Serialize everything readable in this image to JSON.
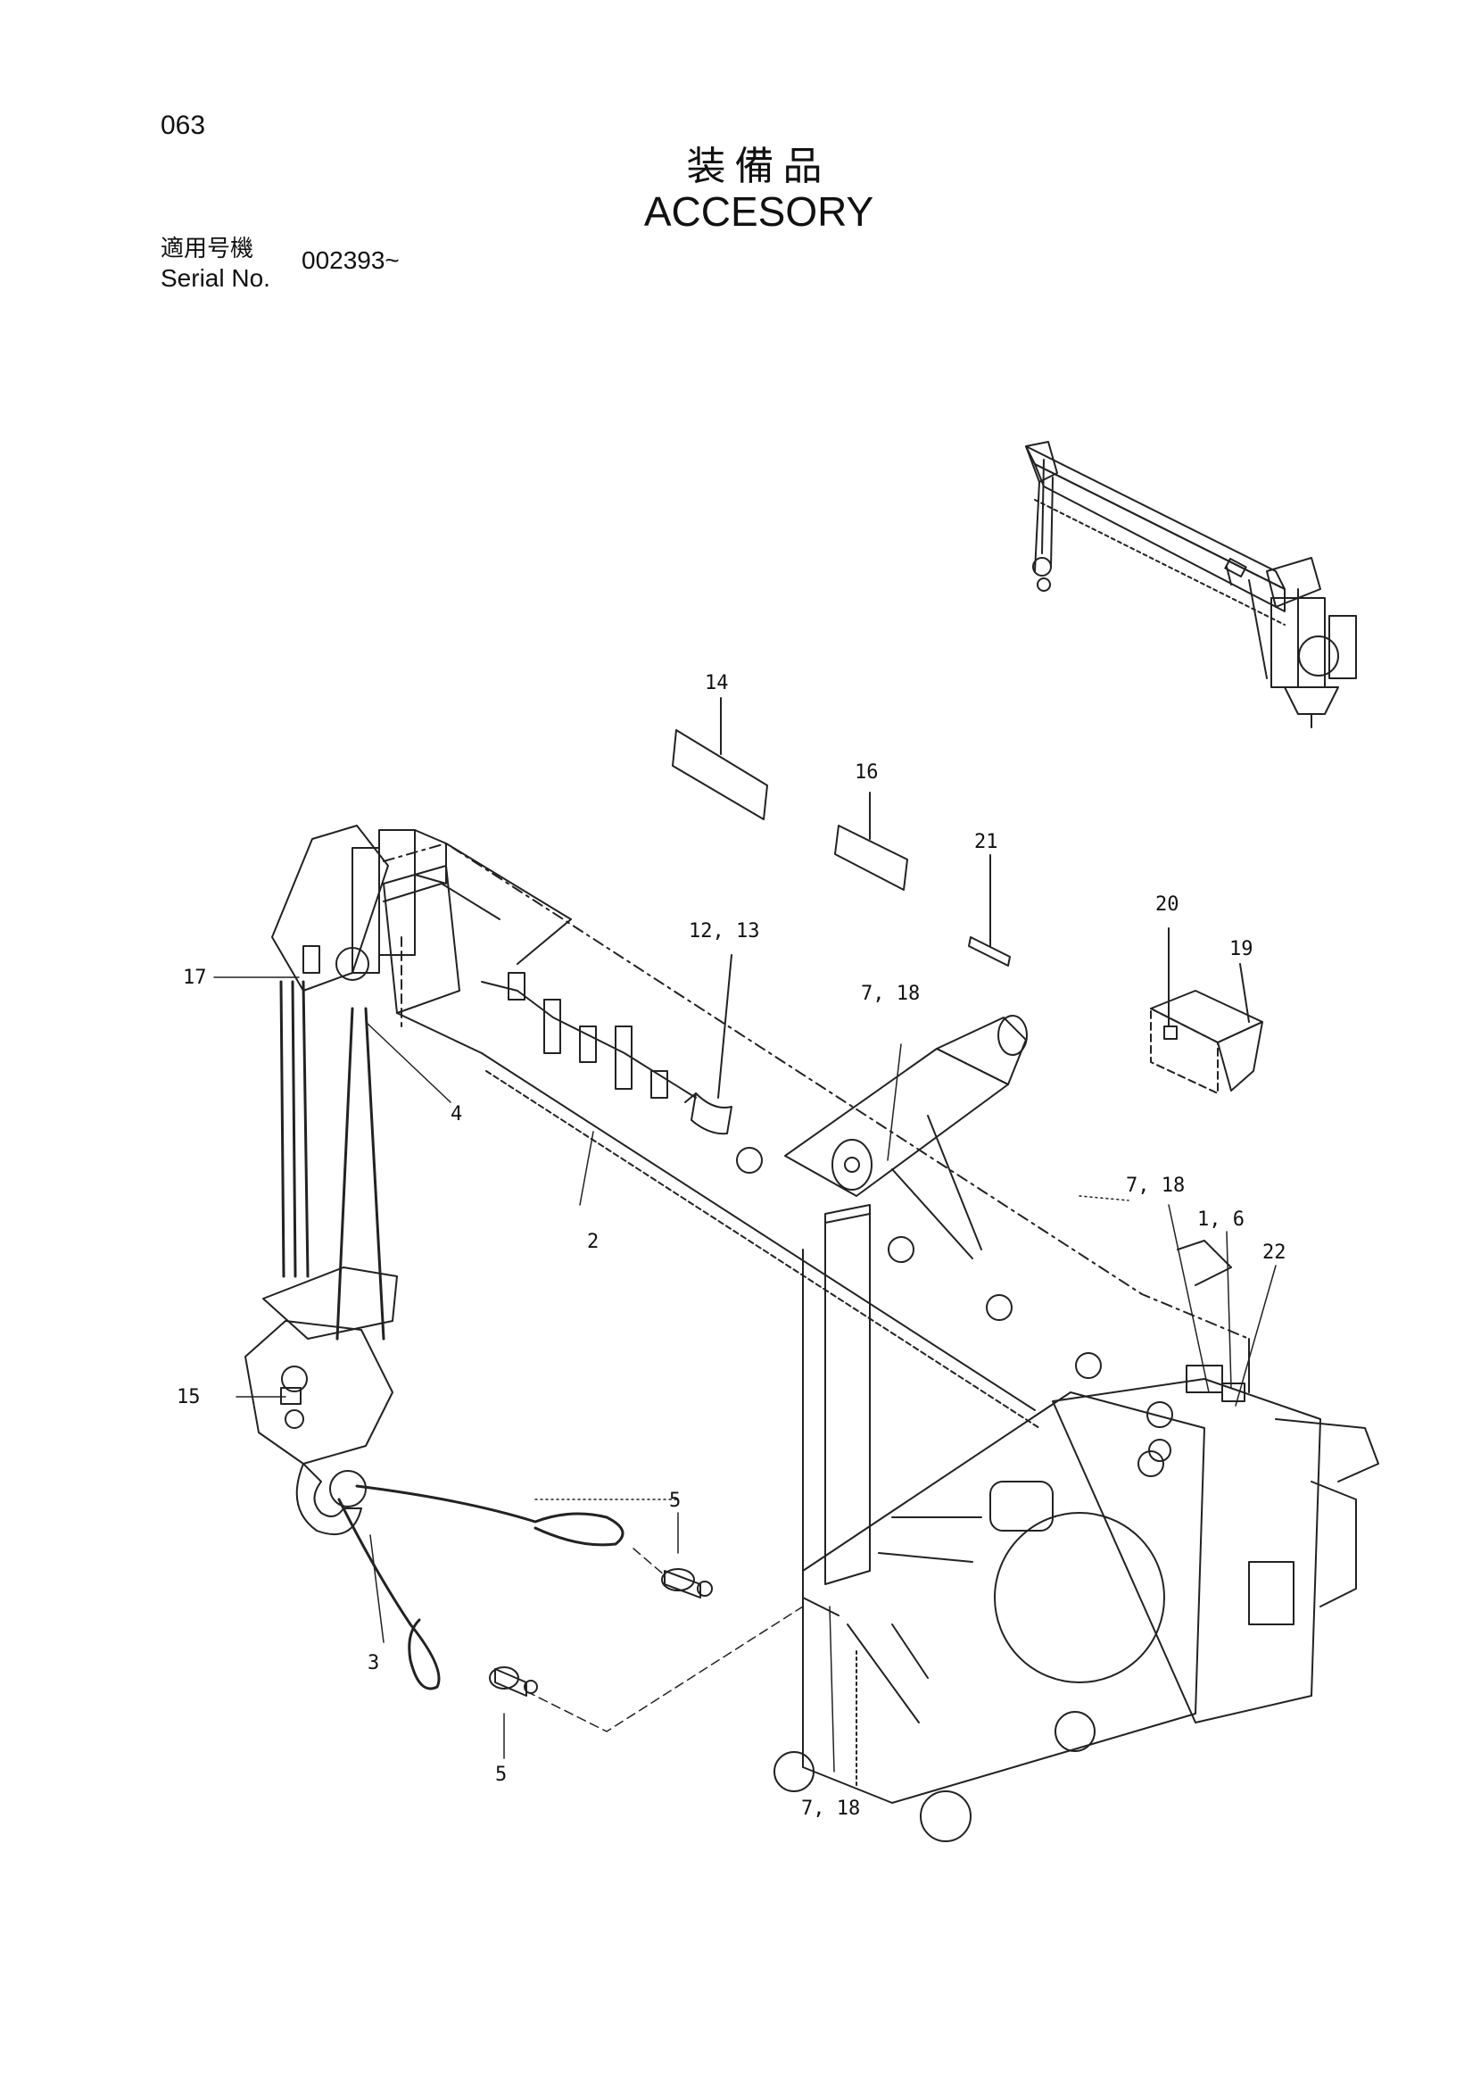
{
  "header": {
    "page_number": "063",
    "title_jp": "装備品",
    "title_en": "ACCESORY",
    "serial_label_jp": "適用号機",
    "serial_label_en": "Serial No.",
    "serial_value": "002393~"
  },
  "callouts": {
    "c14": "14",
    "c16": "16",
    "c21": "21",
    "c20": "20",
    "c19": "19",
    "c12_13": "12, 13",
    "c7_18_a": "7, 18",
    "c7_18_b": "7, 18",
    "c7_18_c": "7, 18",
    "c1_6": "1, 6",
    "c22": "22",
    "c17": "17",
    "c4": "4",
    "c2": "2",
    "c15": "15",
    "c5_a": "5",
    "c5_b": "5",
    "c3": "3"
  }
}
